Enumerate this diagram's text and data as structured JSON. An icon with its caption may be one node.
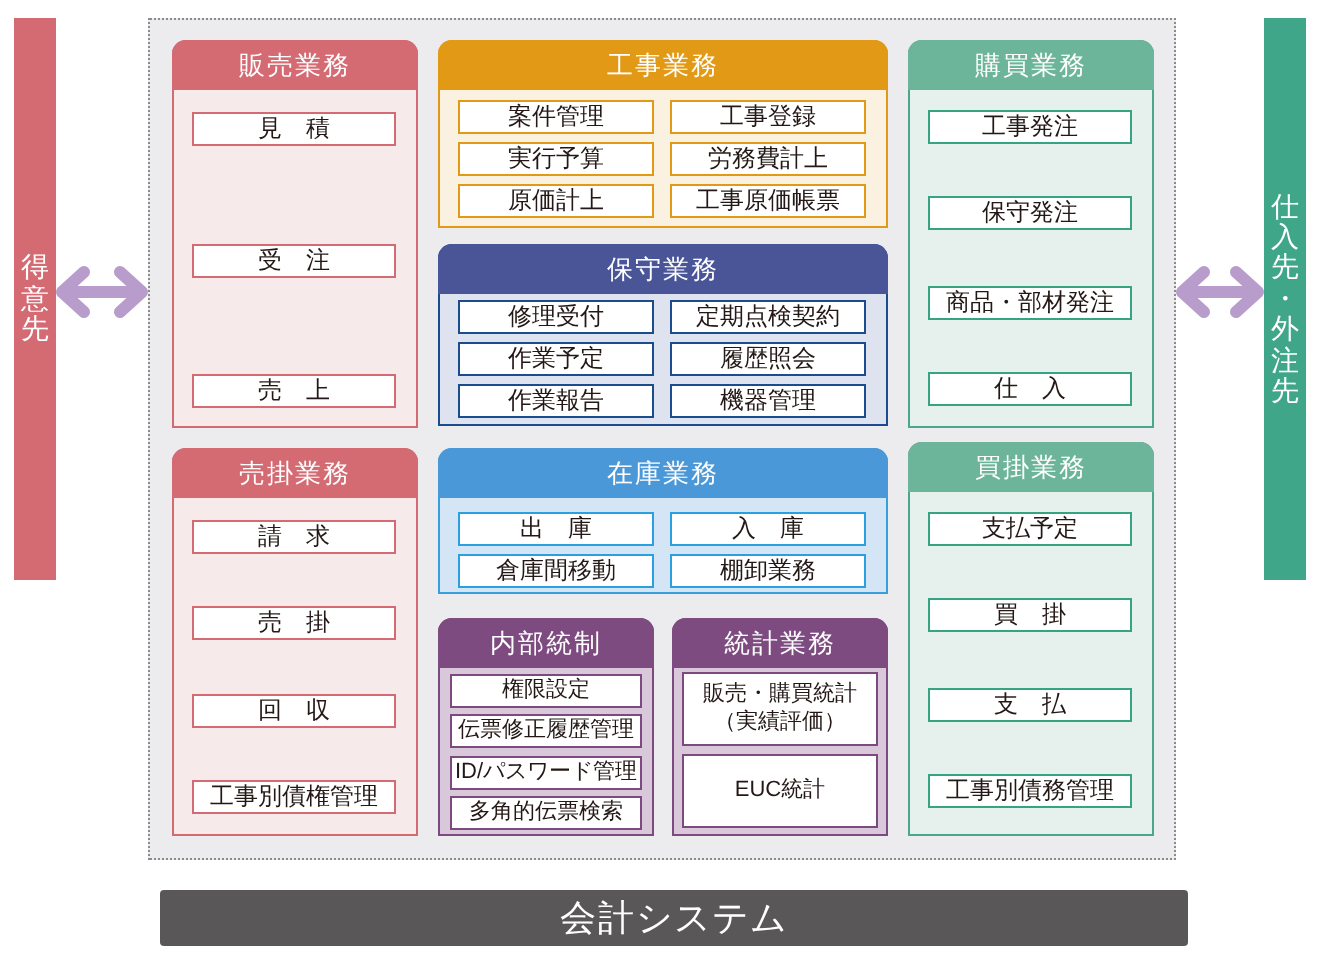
{
  "diagram": {
    "nodes": [
      {
        "text": [
          "得意先"
        ]
      },
      {
        "text": [],
        "shape": "box"
      },
      {
        "text": [
          "販売業務"
        ],
        "in": 1
      },
      {
        "text": [
          "見　積"
        ],
        "in": 2
      },
      {
        "text": [
          "受　注"
        ],
        "in": 2
      },
      {
        "text": [
          "売　上"
        ],
        "in": 2
      },
      {
        "text": [
          "工事業務"
        ],
        "in": 1
      },
      {
        "text": [
          "案件管理"
        ],
        "in": 6
      },
      {
        "text": [
          "工事登録"
        ],
        "in": 6
      },
      {
        "text": [
          "実行予算"
        ],
        "in": 6
      },
      {
        "text": [
          "労務費計上"
        ],
        "in": 6
      },
      {
        "text": [
          "原価計上"
        ],
        "in": 6
      },
      {
        "text": [
          "工事原価帳票"
        ],
        "in": 6
      },
      {
        "text": [
          "保守業務"
        ],
        "in": 1
      },
      {
        "text": [
          "修理受付"
        ],
        "in": 13
      },
      {
        "text": [
          "定期点検契約"
        ],
        "in": 13
      },
      {
        "text": [
          "作業予定"
        ],
        "in": 13
      },
      {
        "text": [
          "履歴照会"
        ],
        "in": 13
      },
      {
        "text": [
          "作業報告"
        ],
        "in": 13
      },
      {
        "text": [
          "機器管理"
        ],
        "in": 13
      },
      {
        "text": [
          "購買業務"
        ],
        "in": 1
      },
      {
        "text": [
          "工事発注"
        ],
        "in": 20
      },
      {
        "text": [
          "保守発注"
        ],
        "in": 20
      },
      {
        "text": [
          "商品・部材発注"
        ],
        "in": 20
      },
      {
        "text": [
          "仕　入"
        ],
        "in": 20
      },
      {
        "text": [
          "売掛業務"
        ],
        "in": 1
      },
      {
        "text": [
          "請　求"
        ],
        "in": 25
      },
      {
        "text": [
          "売　掛"
        ],
        "in": 25
      },
      {
        "text": [
          "回　収"
        ],
        "in": 25
      },
      {
        "text": [
          "工事別債権管理"
        ],
        "in": 25
      },
      {
        "text": [
          "在庫業務"
        ],
        "in": 1
      },
      {
        "text": [
          "出　庫"
        ],
        "in": 30
      },
      {
        "text": [
          "入　庫"
        ],
        "in": 30
      },
      {
        "text": [
          "倉庫間移動"
        ],
        "in": 30
      },
      {
        "text": [
          "棚卸業務"
        ],
        "in": 30
      },
      {
        "text": [
          "買掛業務"
        ],
        "in": 1
      },
      {
        "text": [
          "支払予定"
        ],
        "in": 35
      },
      {
        "text": [
          "買　掛"
        ],
        "in": 35
      },
      {
        "text": [
          "支　払"
        ],
        "in": 35
      },
      {
        "text": [
          "工事別債務管理"
        ],
        "in": 35
      },
      {
        "text": [
          "内部統制"
        ],
        "in": 1
      },
      {
        "text": [
          "権限設定"
        ],
        "in": 40
      },
      {
        "text": [
          "伝票修正履歴管理"
        ],
        "in": 40
      },
      {
        "text": [
          "ID/パスワード管理"
        ],
        "in": 40
      },
      {
        "text": [
          "多角的伝票検索"
        ],
        "in": 40
      },
      {
        "text": [
          "統計業務"
        ],
        "in": 1
      },
      {
        "text": [
          "販売・購買統計（実績評価）"
        ],
        "in": 45
      },
      {
        "text": [
          "EUC統計"
        ],
        "in": 45
      },
      {
        "text": [
          "仕入先・外注先"
        ]
      },
      {
        "text": [
          "会計システム"
        ]
      }
    ],
    "edges": [
      {
        "from": 0,
        "to": 1,
        "arrow": "both"
      },
      {
        "from": 1,
        "to": 48,
        "arrow": "both"
      }
    ]
  }
}
